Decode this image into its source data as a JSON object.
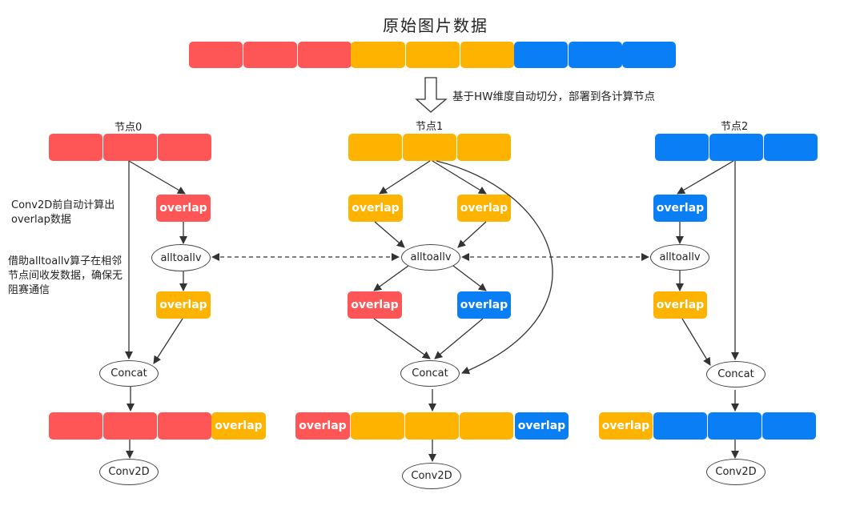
{
  "title": "原始图片数据",
  "split_note": "基于HW维度自动切分，部署到各计算节点",
  "colors": {
    "red": "#fe5656",
    "yellow": "#fdb300",
    "blue": "#0a7ff5",
    "line": "#333333"
  },
  "nodes": [
    {
      "label": "节点0",
      "color": "red"
    },
    {
      "label": "节点1",
      "color": "yellow"
    },
    {
      "label": "节点2",
      "color": "blue"
    }
  ],
  "notes": {
    "overlap_calc": "Conv2D前自动计算出overlap数据",
    "alltoallv_comm": "借助alltoallv算子在相邻节点间收发数据，确保无阻赛通信"
  },
  "ops": {
    "overlap": "overlap",
    "alltoallv": "alltoallv",
    "concat": "Concat",
    "conv2d": "Conv2D"
  }
}
